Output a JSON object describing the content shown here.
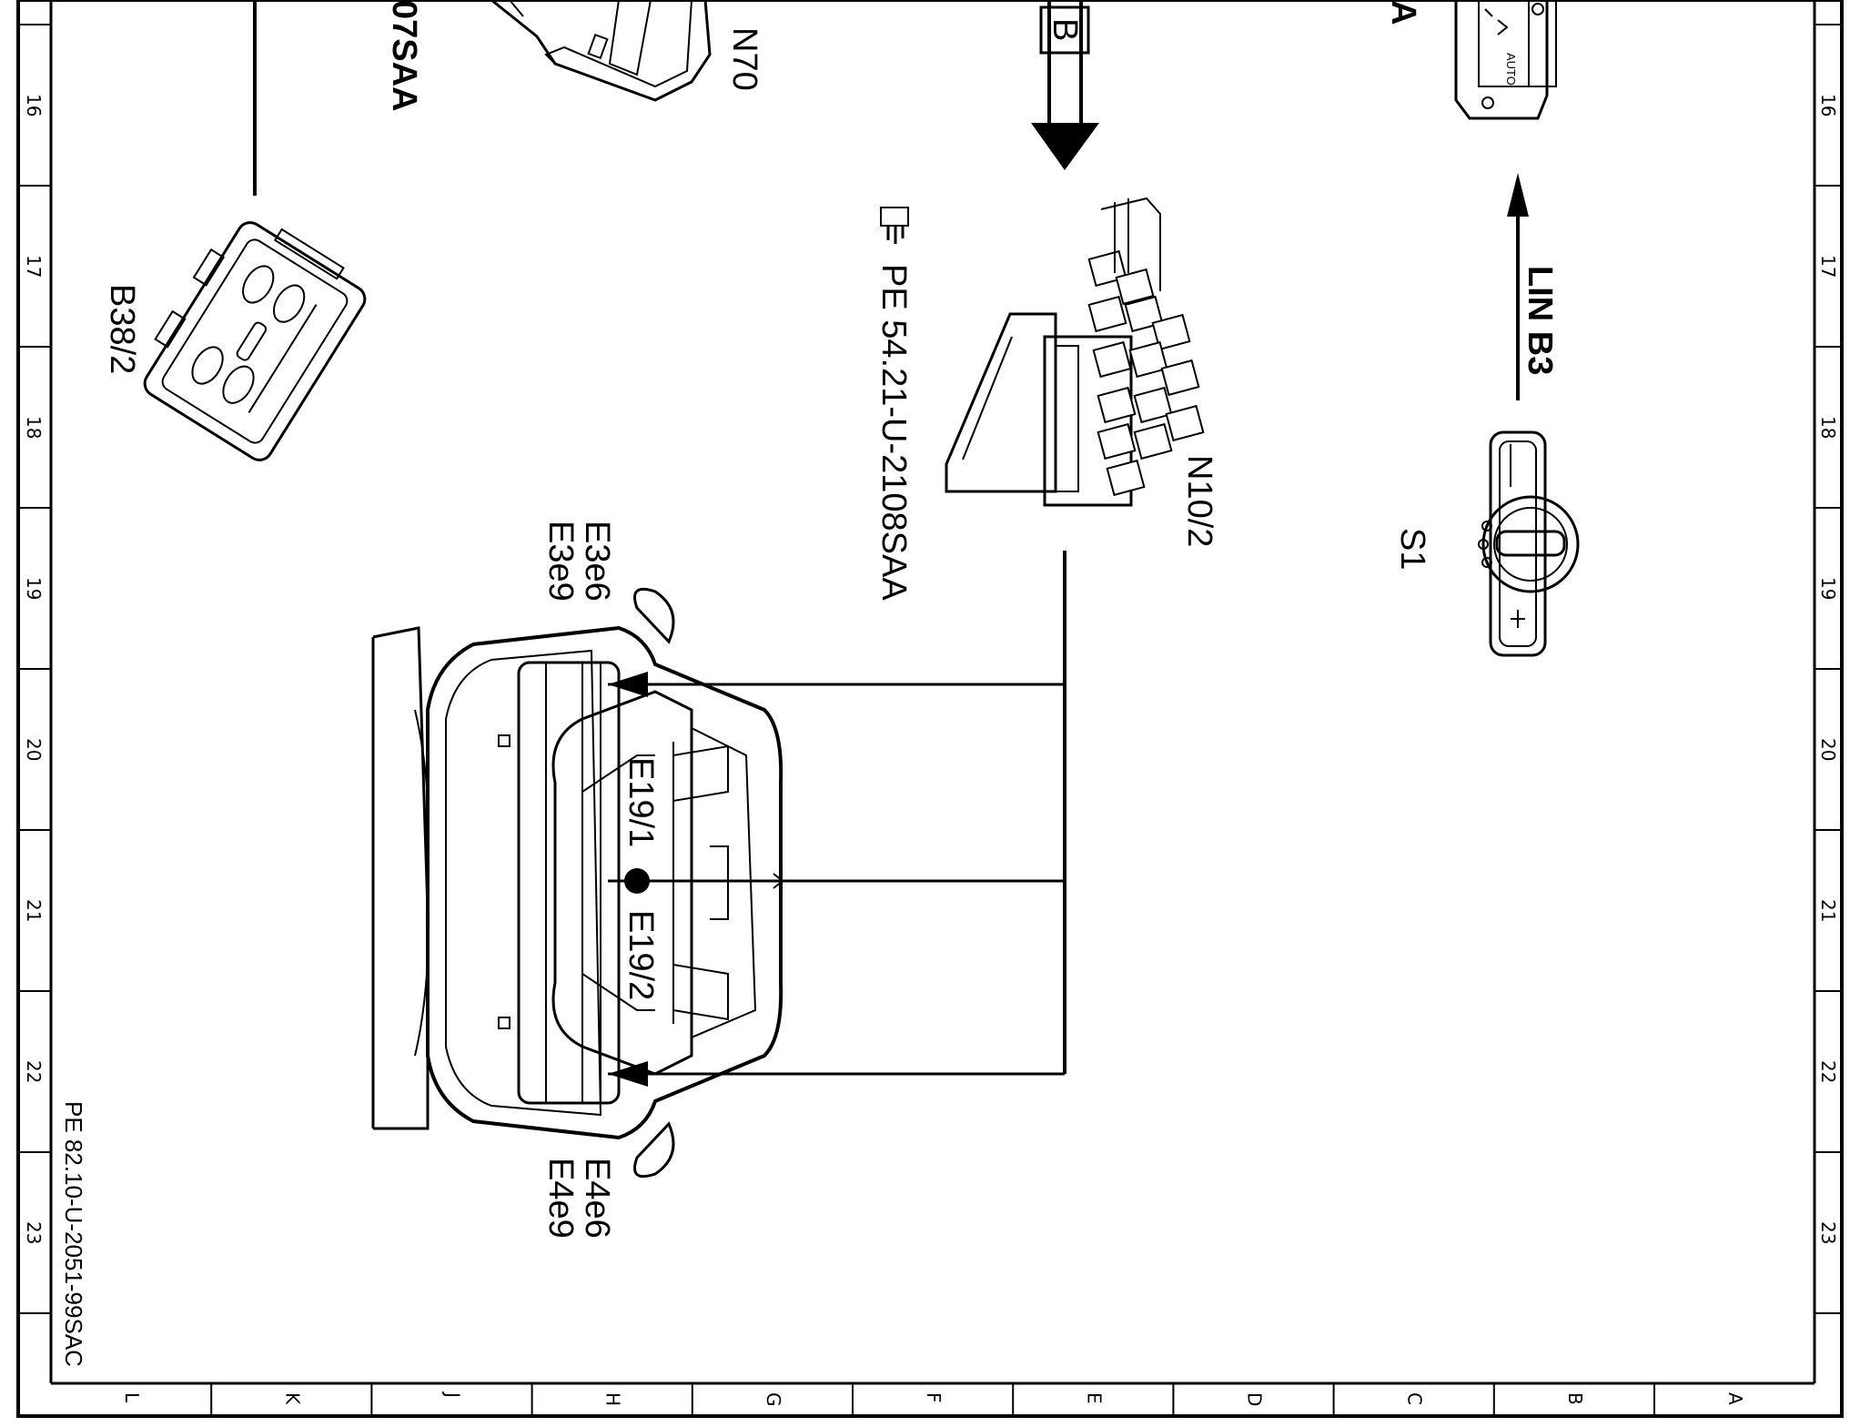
{
  "diagram": {
    "column_ticks": [
      "16",
      "17",
      "18",
      "19",
      "20",
      "21",
      "22",
      "23"
    ],
    "row_ticks": [
      "L",
      "K",
      "J",
      "H",
      "G",
      "F",
      "E",
      "D",
      "C",
      "B",
      "A"
    ],
    "drawing_number": "PE 82.10-U-2051-99SAC",
    "reference_note": "PE 54.21-U-2108SAA",
    "partial_label_left": "07SAA",
    "partial_label_right": "A",
    "connector_badge": "B",
    "bus_label": "LIN B3",
    "auto_label": "AUTO",
    "components": {
      "n70": "N70",
      "b38_2": "B38/2",
      "n10_2": "N10/2",
      "s1": "S1",
      "e19_1": "E19/1",
      "e19_2": "E19/2",
      "e3e6": "E3e6",
      "e3e9": "E3e9",
      "e4e6": "E4e6",
      "e4e9": "E4e9"
    }
  }
}
